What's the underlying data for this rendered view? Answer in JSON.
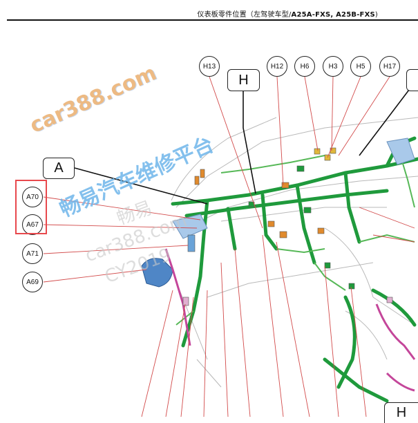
{
  "header": {
    "title_prefix": "仪表板零件位置（左驾驶车型/",
    "title_models": "A25A-FXS, A25B-FXS",
    "title_suffix": ")"
  },
  "callouts_top": [
    "H13",
    "H12",
    "H6",
    "H3",
    "H5",
    "H17"
  ],
  "callouts_left": [
    "A70",
    "A67",
    "A71",
    "A69"
  ],
  "groups": {
    "a": "A",
    "h_top": "H",
    "h_bottom": "H"
  },
  "watermarks": {
    "site": "car388.com",
    "platform": "畅易汽车维修平台",
    "brand": "畅易",
    "site_gray": "car388.com",
    "code": "CY2019"
  },
  "colors": {
    "harness_green": "#1f9a3c",
    "leader_red": "#d24a4a",
    "highlight": "#e8484c",
    "duct_blue": "#4f86c6"
  }
}
